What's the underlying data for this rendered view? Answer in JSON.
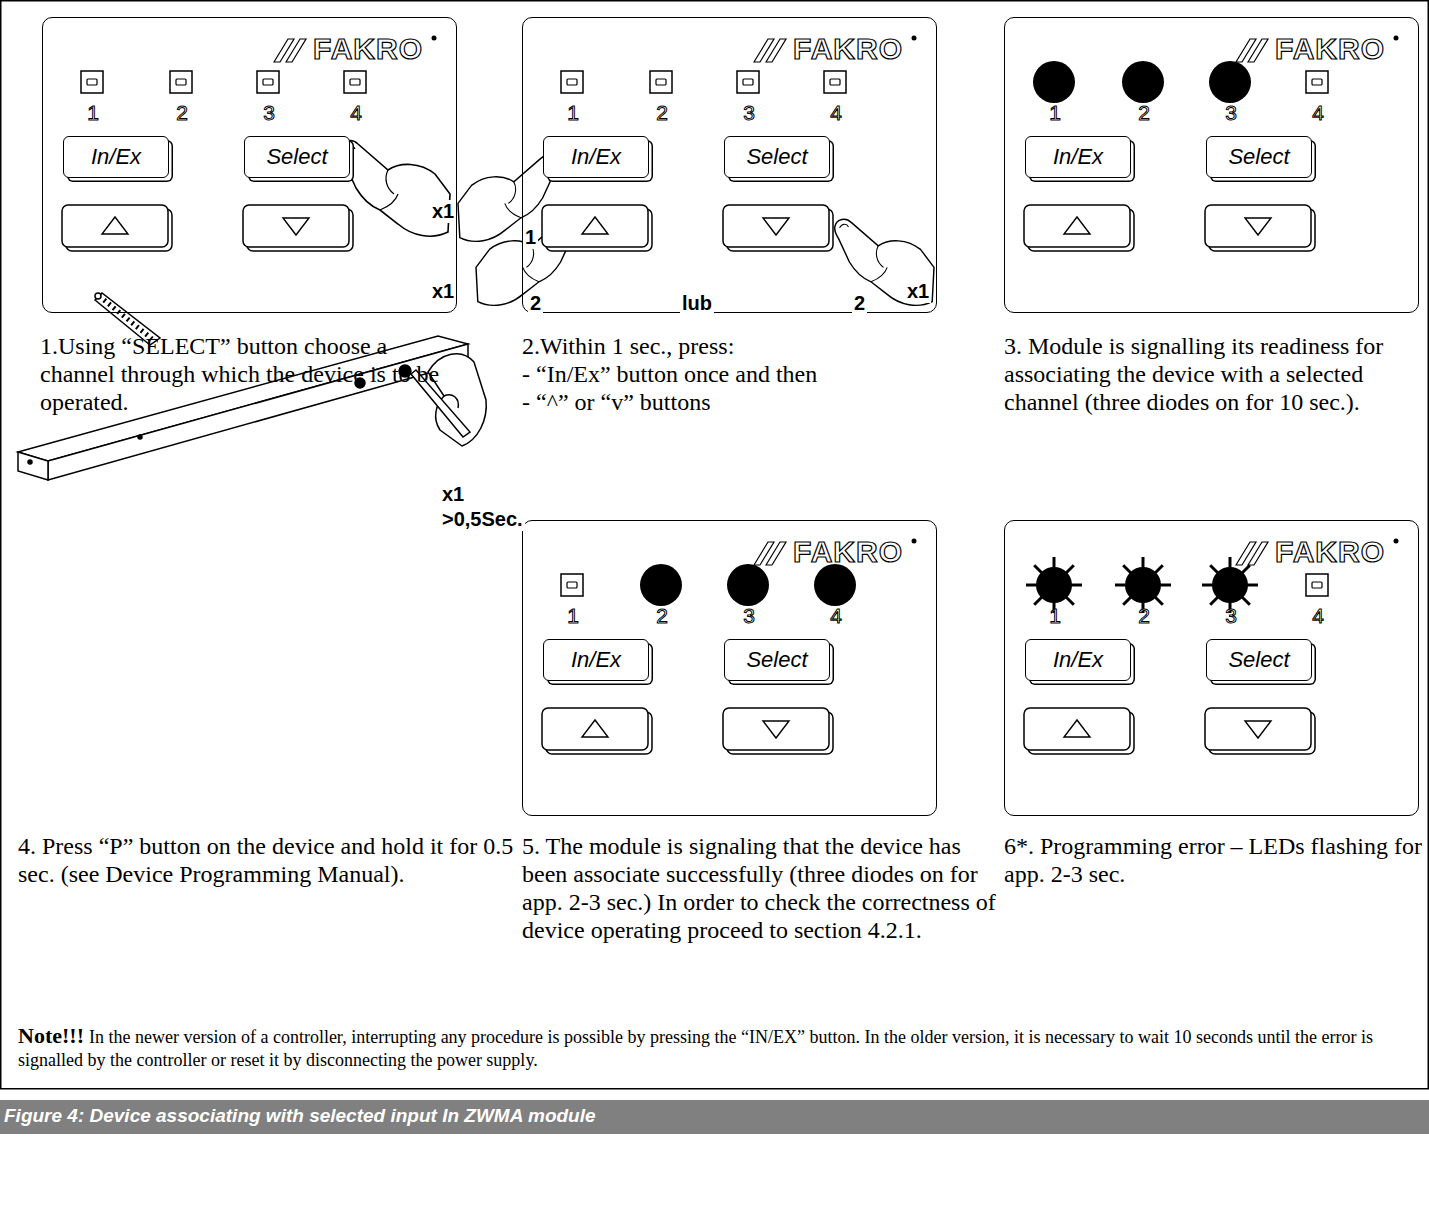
{
  "diagram": {
    "caption": "Figure 4: Device associating with selected input In ZWMA module",
    "nodes": [
      {
        "text": [
          "FAKRO",
          "1",
          "2",
          "3",
          "4"
        ]
      },
      {
        "text": [
          "In/Ex"
        ],
        "in": 0
      },
      {
        "text": [
          "Select"
        ],
        "in": 0
      },
      {
        "text": [
          "FAKRO",
          "1",
          "2",
          "3",
          "4"
        ]
      },
      {
        "text": [
          "In/Ex"
        ],
        "in": 3
      },
      {
        "text": [
          "Select"
        ],
        "in": 3
      },
      {
        "text": [
          "FAKRO",
          "1",
          "2",
          "3",
          "4"
        ]
      },
      {
        "text": [
          "In/Ex"
        ],
        "in": 6
      },
      {
        "text": [
          "Select"
        ],
        "in": 6
      },
      {
        "text": [
          "FAKRO",
          "1",
          "2",
          "3",
          "4"
        ]
      },
      {
        "text": [
          "In/Ex"
        ],
        "in": 9
      },
      {
        "text": [
          "Select"
        ],
        "in": 9
      },
      {
        "text": [
          "FAKRO",
          "1",
          "2",
          "3",
          "4"
        ]
      },
      {
        "text": [
          "In/Ex"
        ],
        "in": 12
      },
      {
        "text": [
          "Select"
        ],
        "in": 12
      }
    ],
    "labels": [
      "x1",
      "1",
      "x1",
      "2",
      "lub",
      "2",
      "x1",
      "1.Using “SELECT” button choose a channel through which the device is to be operated.",
      "2.Within 1 sec., press:",
      "- “In/Ex” button once and then",
      "- “^” or “v” buttons",
      "3. Module is signalling its readiness for associating the device with a selected channel (three diodes on for 10 sec.).",
      "x1",
      ">0,5Sec.",
      "4. Press “P” button on the device and hold it for 0.5 sec. (see Device Programming Manual).",
      "5. The module is signaling that the device has been associate successfully (three diodes on for app. 2-3 sec.) In order to check the correctness of device operating proceed to section 4.2.1.",
      "6*. Programming error – LEDs flashing for app. 2-3 sec.",
      "Note!!!",
      "In the newer version of a controller, interrupting any procedure is possible by pressing the “IN/EX” button. In the older version, it is necessary to wait 10 seconds until the error is signalled by the controller or reset it by disconnecting the power supply."
    ]
  }
}
